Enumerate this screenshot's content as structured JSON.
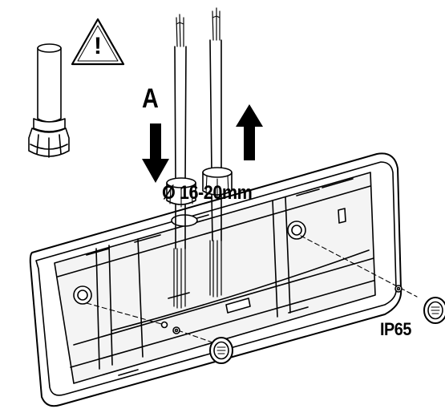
{
  "labels": {
    "arrow_label": "A",
    "cable_diameter": "Ø 16-20mm",
    "protection_rating": "IP65",
    "warning_mark": "!"
  },
  "colors": {
    "line": "#000000",
    "fill": "#ffffff",
    "shade": "#d9d9d9"
  },
  "icons": [
    "warning-triangle-icon",
    "down-arrow-icon",
    "up-arrow-icon"
  ]
}
